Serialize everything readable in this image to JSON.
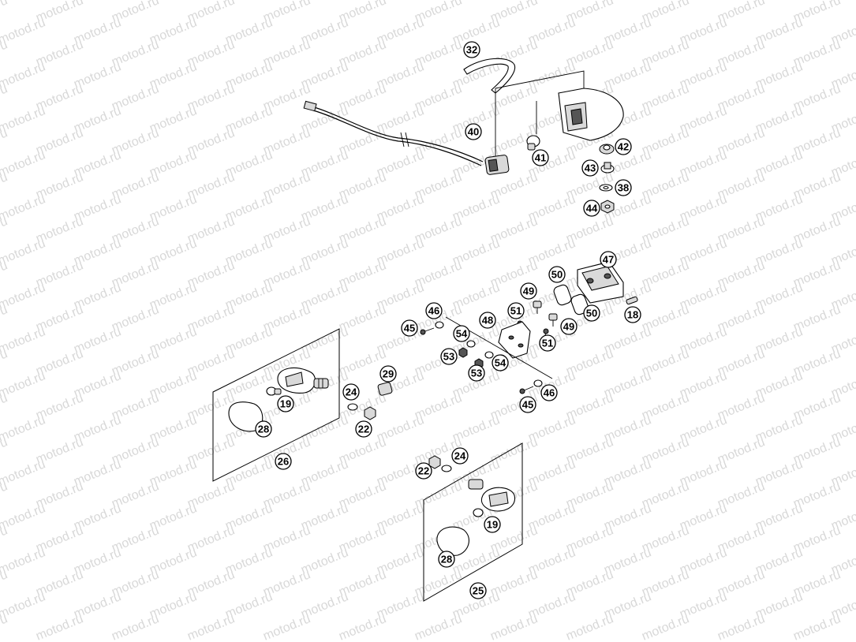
{
  "watermark": {
    "text": "motod.ru",
    "color": "#d8d8d8"
  },
  "callouts": {
    "c32": "32",
    "c40": "40",
    "c41": "41",
    "c42": "42",
    "c43": "43",
    "c38": "38",
    "c44": "44",
    "c47": "47",
    "c50a": "50",
    "c49a": "49",
    "c50b": "50",
    "c18": "18",
    "c51a": "51",
    "c48": "48",
    "c49b": "49",
    "c51b": "51",
    "c46a": "46",
    "c45a": "45",
    "c54a": "54",
    "c53a": "53",
    "c54b": "54",
    "c53b": "53",
    "c46b": "46",
    "c45b": "45",
    "c29": "29",
    "c24a": "24",
    "c22a": "22",
    "c19a": "19",
    "c28a": "28",
    "c26": "26",
    "c22b": "22",
    "c24b": "24",
    "c19b": "19",
    "c28b": "28",
    "c25": "25"
  }
}
